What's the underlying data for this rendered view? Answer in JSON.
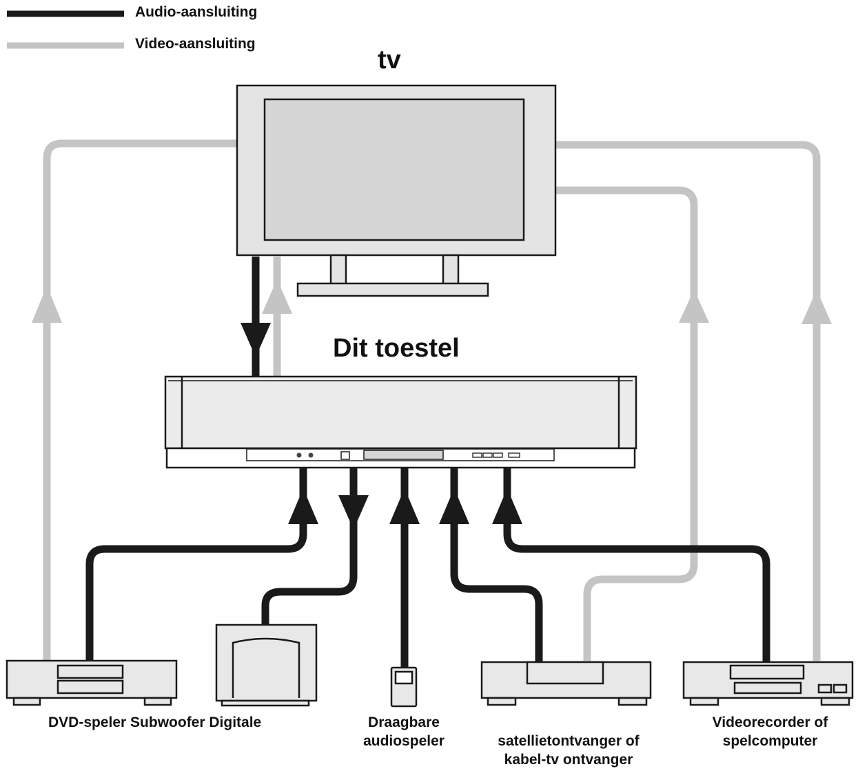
{
  "legend": {
    "audio_label": "Audio-aansluiting",
    "video_label": "Video-aansluiting",
    "audio_color": "#1a1a1a",
    "video_color": "#c4c4c4"
  },
  "tv": {
    "label": "tv"
  },
  "unit": {
    "label": "Dit toestel"
  },
  "devices": {
    "dvd_sub_digital": "DVD-speler Subwoofer Digitale",
    "portable_audio": "Draagbare\naudiospeler",
    "satellite": "satellietontvanger of\nkabel-tv ontvanger",
    "vcr": "Videorecorder of\nspelcomputer"
  },
  "colors": {
    "outline": "#1a1a1a",
    "device_fill": "#e8e8e8",
    "screen_fill": "#dcdcdc"
  }
}
